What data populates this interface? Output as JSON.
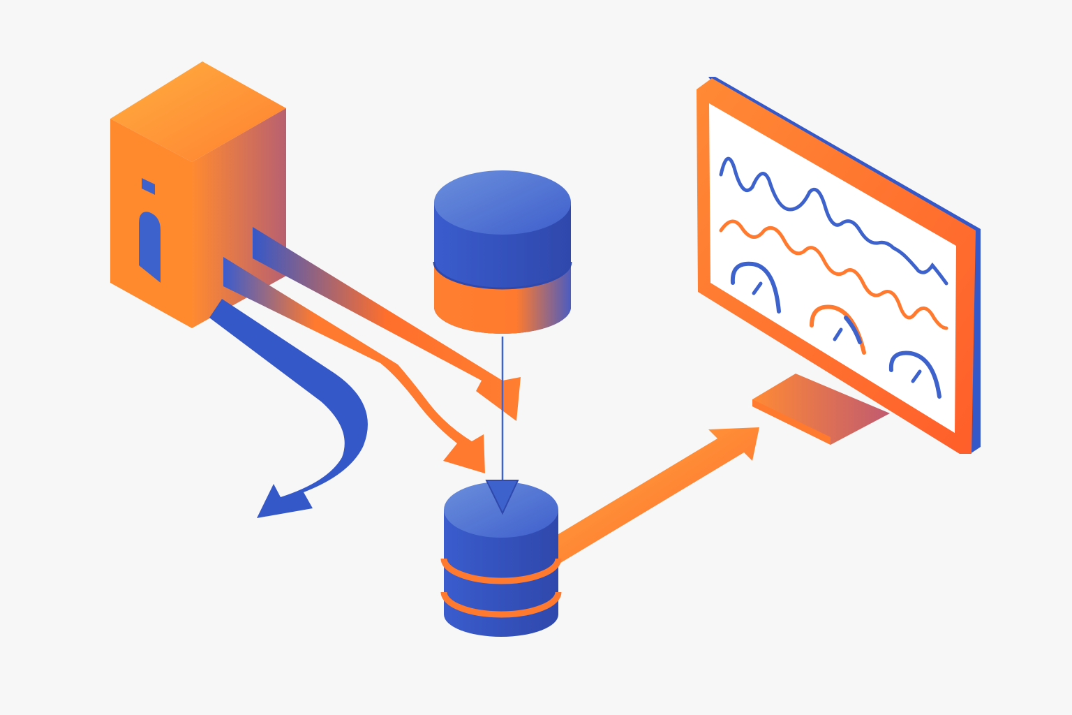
{
  "diagram": {
    "nodes": [
      {
        "id": "source-server",
        "kind": "server",
        "icon": "server-icon"
      },
      {
        "id": "upper-database",
        "kind": "database",
        "icon": "database-icon"
      },
      {
        "id": "lower-database",
        "kind": "database",
        "icon": "database-icon"
      },
      {
        "id": "monitor",
        "kind": "monitor",
        "icon": "monitor-icon"
      }
    ],
    "edges": [
      {
        "from": "source-server",
        "to": "upper-database",
        "style": "arrow"
      },
      {
        "from": "source-server",
        "to": "lower-database",
        "style": "arrow"
      },
      {
        "from": "source-server",
        "to": "outside",
        "style": "curved-arrow"
      },
      {
        "from": "upper-database",
        "to": "lower-database",
        "style": "thin-arrow"
      },
      {
        "from": "lower-database",
        "to": "monitor",
        "style": "arrow"
      }
    ],
    "monitor_content": {
      "lines": [
        {
          "color": "#3e62cc"
        },
        {
          "color": "#ff7a2e"
        }
      ],
      "gauges": [
        {
          "color": "#3e62cc"
        },
        {
          "color": "#ff7a2e"
        },
        {
          "color": "#3e62cc"
        }
      ]
    }
  },
  "colors": {
    "orange": "#ff7a2e",
    "orange_light": "#ffa640",
    "blue": "#3e62cc",
    "blue_dark": "#2f4fb8",
    "background": "#f7f7f7"
  }
}
